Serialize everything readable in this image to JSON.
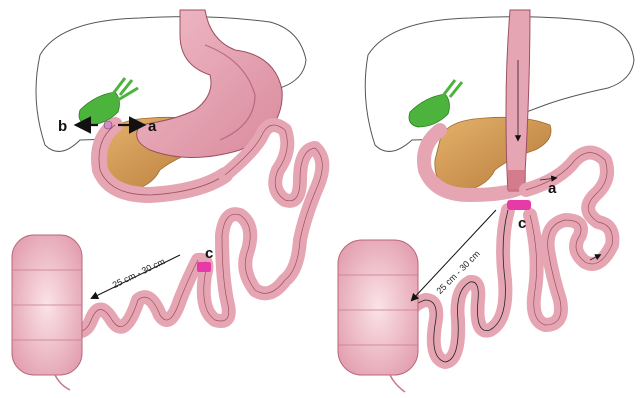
{
  "colors": {
    "intestine": "#e6a5b2",
    "intestine_stroke": "#9c4f62",
    "intestine_light": "#f2c6cf",
    "liver_stroke": "#555555",
    "gallbladder": "#4cb43c",
    "pancreas": "#d49a52",
    "staple_magenta": "#e63aa8",
    "colon": "#ebb0bd"
  },
  "left_panel": {
    "label_a": "a",
    "label_b": "b",
    "label_c": "c",
    "measurement": "25 cm - 30 cm"
  },
  "right_panel": {
    "label_a": "a",
    "label_c": "c",
    "measurement": "25 cm - 30 cm"
  }
}
